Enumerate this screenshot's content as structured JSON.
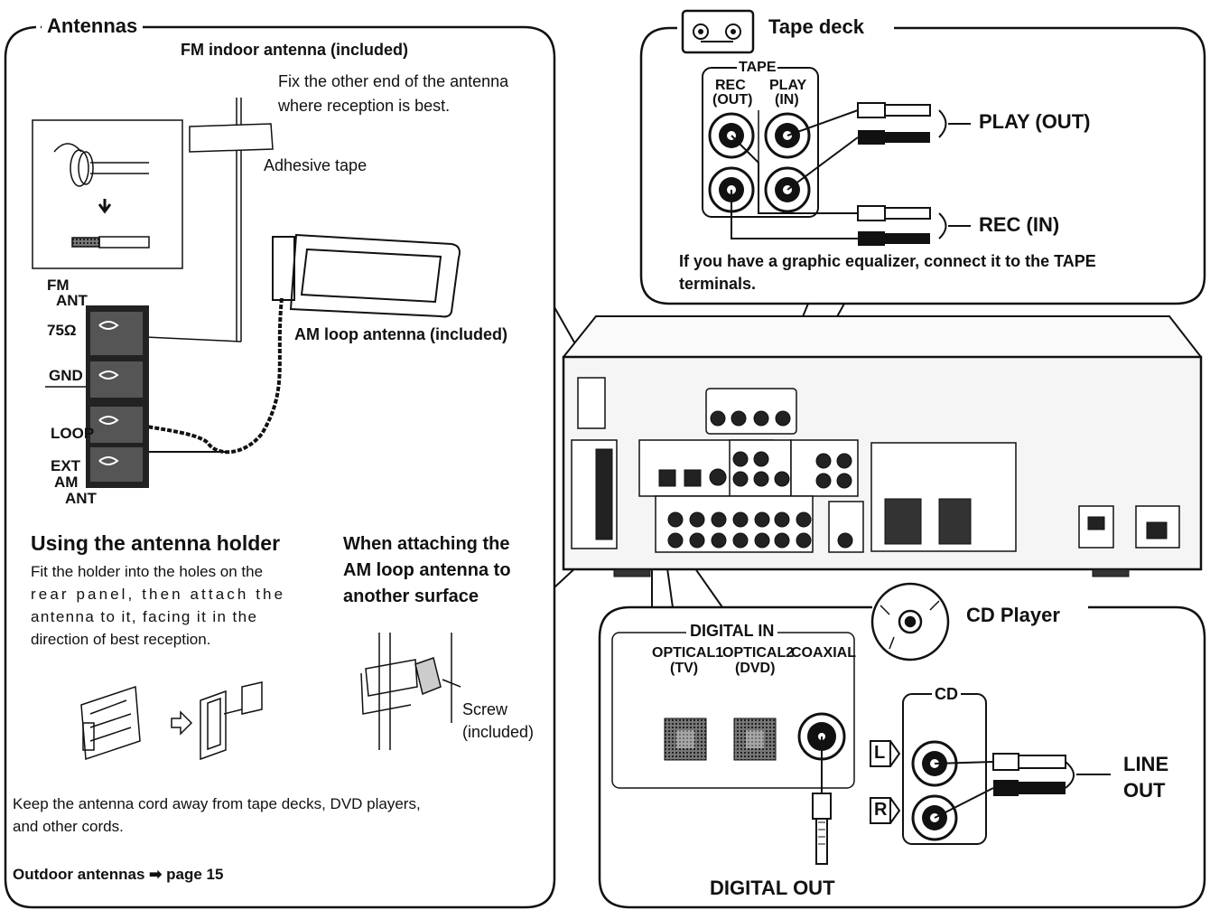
{
  "antennas": {
    "heading": "Antennas",
    "fm_indoor_label": "FM indoor antenna (included)",
    "fix_note_1": "Fix the other end of the antenna",
    "fix_note_2": "where reception is best.",
    "adhesive_tape": "Adhesive tape",
    "am_loop_label": "AM loop antenna (included)",
    "terminal_fm_1": "FM",
    "terminal_fm_2": "ANT",
    "terminal_75": "75Ω",
    "terminal_gnd": "GND",
    "terminal_loop": "LOOP",
    "terminal_ext_1": "EXT",
    "terminal_ext_2": "AM",
    "terminal_ext_3": "ANT",
    "holder_heading": "Using the antenna holder",
    "holder_text": [
      "Fit the holder into the holes on the",
      "rear panel, then attach the",
      "antenna to it, facing it in the",
      "direction of best reception."
    ],
    "attach_heading": [
      "When attaching the",
      "AM loop antenna to",
      "another surface"
    ],
    "screw_1": "Screw",
    "screw_2": "(included)",
    "keep_note_1": "Keep the antenna cord away from tape decks, DVD players,",
    "keep_note_2": "and other cords.",
    "outdoor_label": "Outdoor antennas",
    "outdoor_arrow": "➡",
    "outdoor_page": "page 15"
  },
  "tape_deck": {
    "heading": "Tape deck",
    "tape_label": "TAPE",
    "rec_1": "REC",
    "rec_2": "(OUT)",
    "play_1": "PLAY",
    "play_2": "(IN)",
    "play_out": "PLAY (OUT)",
    "rec_in": "REC (IN)",
    "note_1": "If you have a graphic equalizer, connect it to the TAPE",
    "note_2": "terminals."
  },
  "cd_player": {
    "heading": "CD Player",
    "digital_in": "DIGITAL IN",
    "optical1_1": "OPTICAL1",
    "optical1_2": "(TV)",
    "optical2_1": "OPTICAL2",
    "optical2_2": "(DVD)",
    "coaxial": "COAXIAL",
    "cd_label": "CD",
    "left": "L",
    "right": "R",
    "line_out_1": "LINE",
    "line_out_2": "OUT",
    "digital_out": "DIGITAL OUT"
  }
}
